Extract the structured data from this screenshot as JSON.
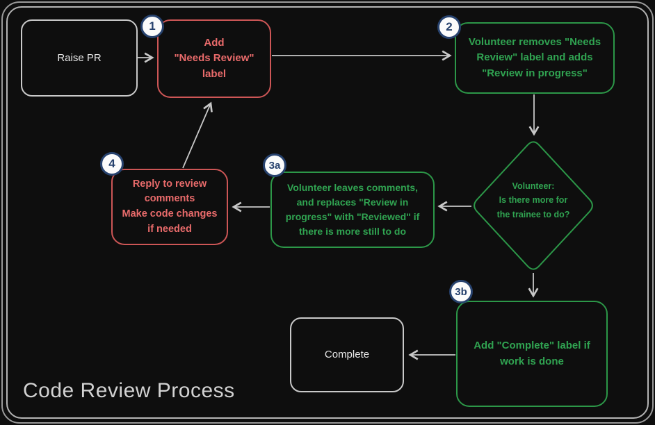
{
  "title": "Code Review Process",
  "colors": {
    "background": "#0e0e0e",
    "red_accent": "#e96b6b",
    "green_accent": "#30a351",
    "badge_blue": "#27426e",
    "arrow_grey": "#c8c8c8",
    "frame_grey": "#b5b5b5"
  },
  "nodes": {
    "raise_pr": {
      "label": "Raise PR"
    },
    "add_needs_review": {
      "badge": "1",
      "label": "Add\n\"Needs Review\"\nlabel"
    },
    "volunteer_removes": {
      "badge": "2",
      "label": "Volunteer removes \"Needs\nReview\" label and adds\n\"Review in progress\""
    },
    "decision": {
      "label": "Volunteer:\nIs there more for\nthe trainee to do?"
    },
    "leaves_comments": {
      "badge": "3a",
      "label": "Volunteer leaves comments,\nand replaces \"Review in\nprogress\" with \"Reviewed\" if\nthere is more still to do"
    },
    "reply_comments": {
      "badge": "4",
      "label": "Reply to review\ncomments\nMake code changes\nif needed"
    },
    "add_complete": {
      "badge": "3b",
      "label": "Add \"Complete\" label if\nwork is done"
    },
    "complete": {
      "label": "Complete"
    }
  }
}
